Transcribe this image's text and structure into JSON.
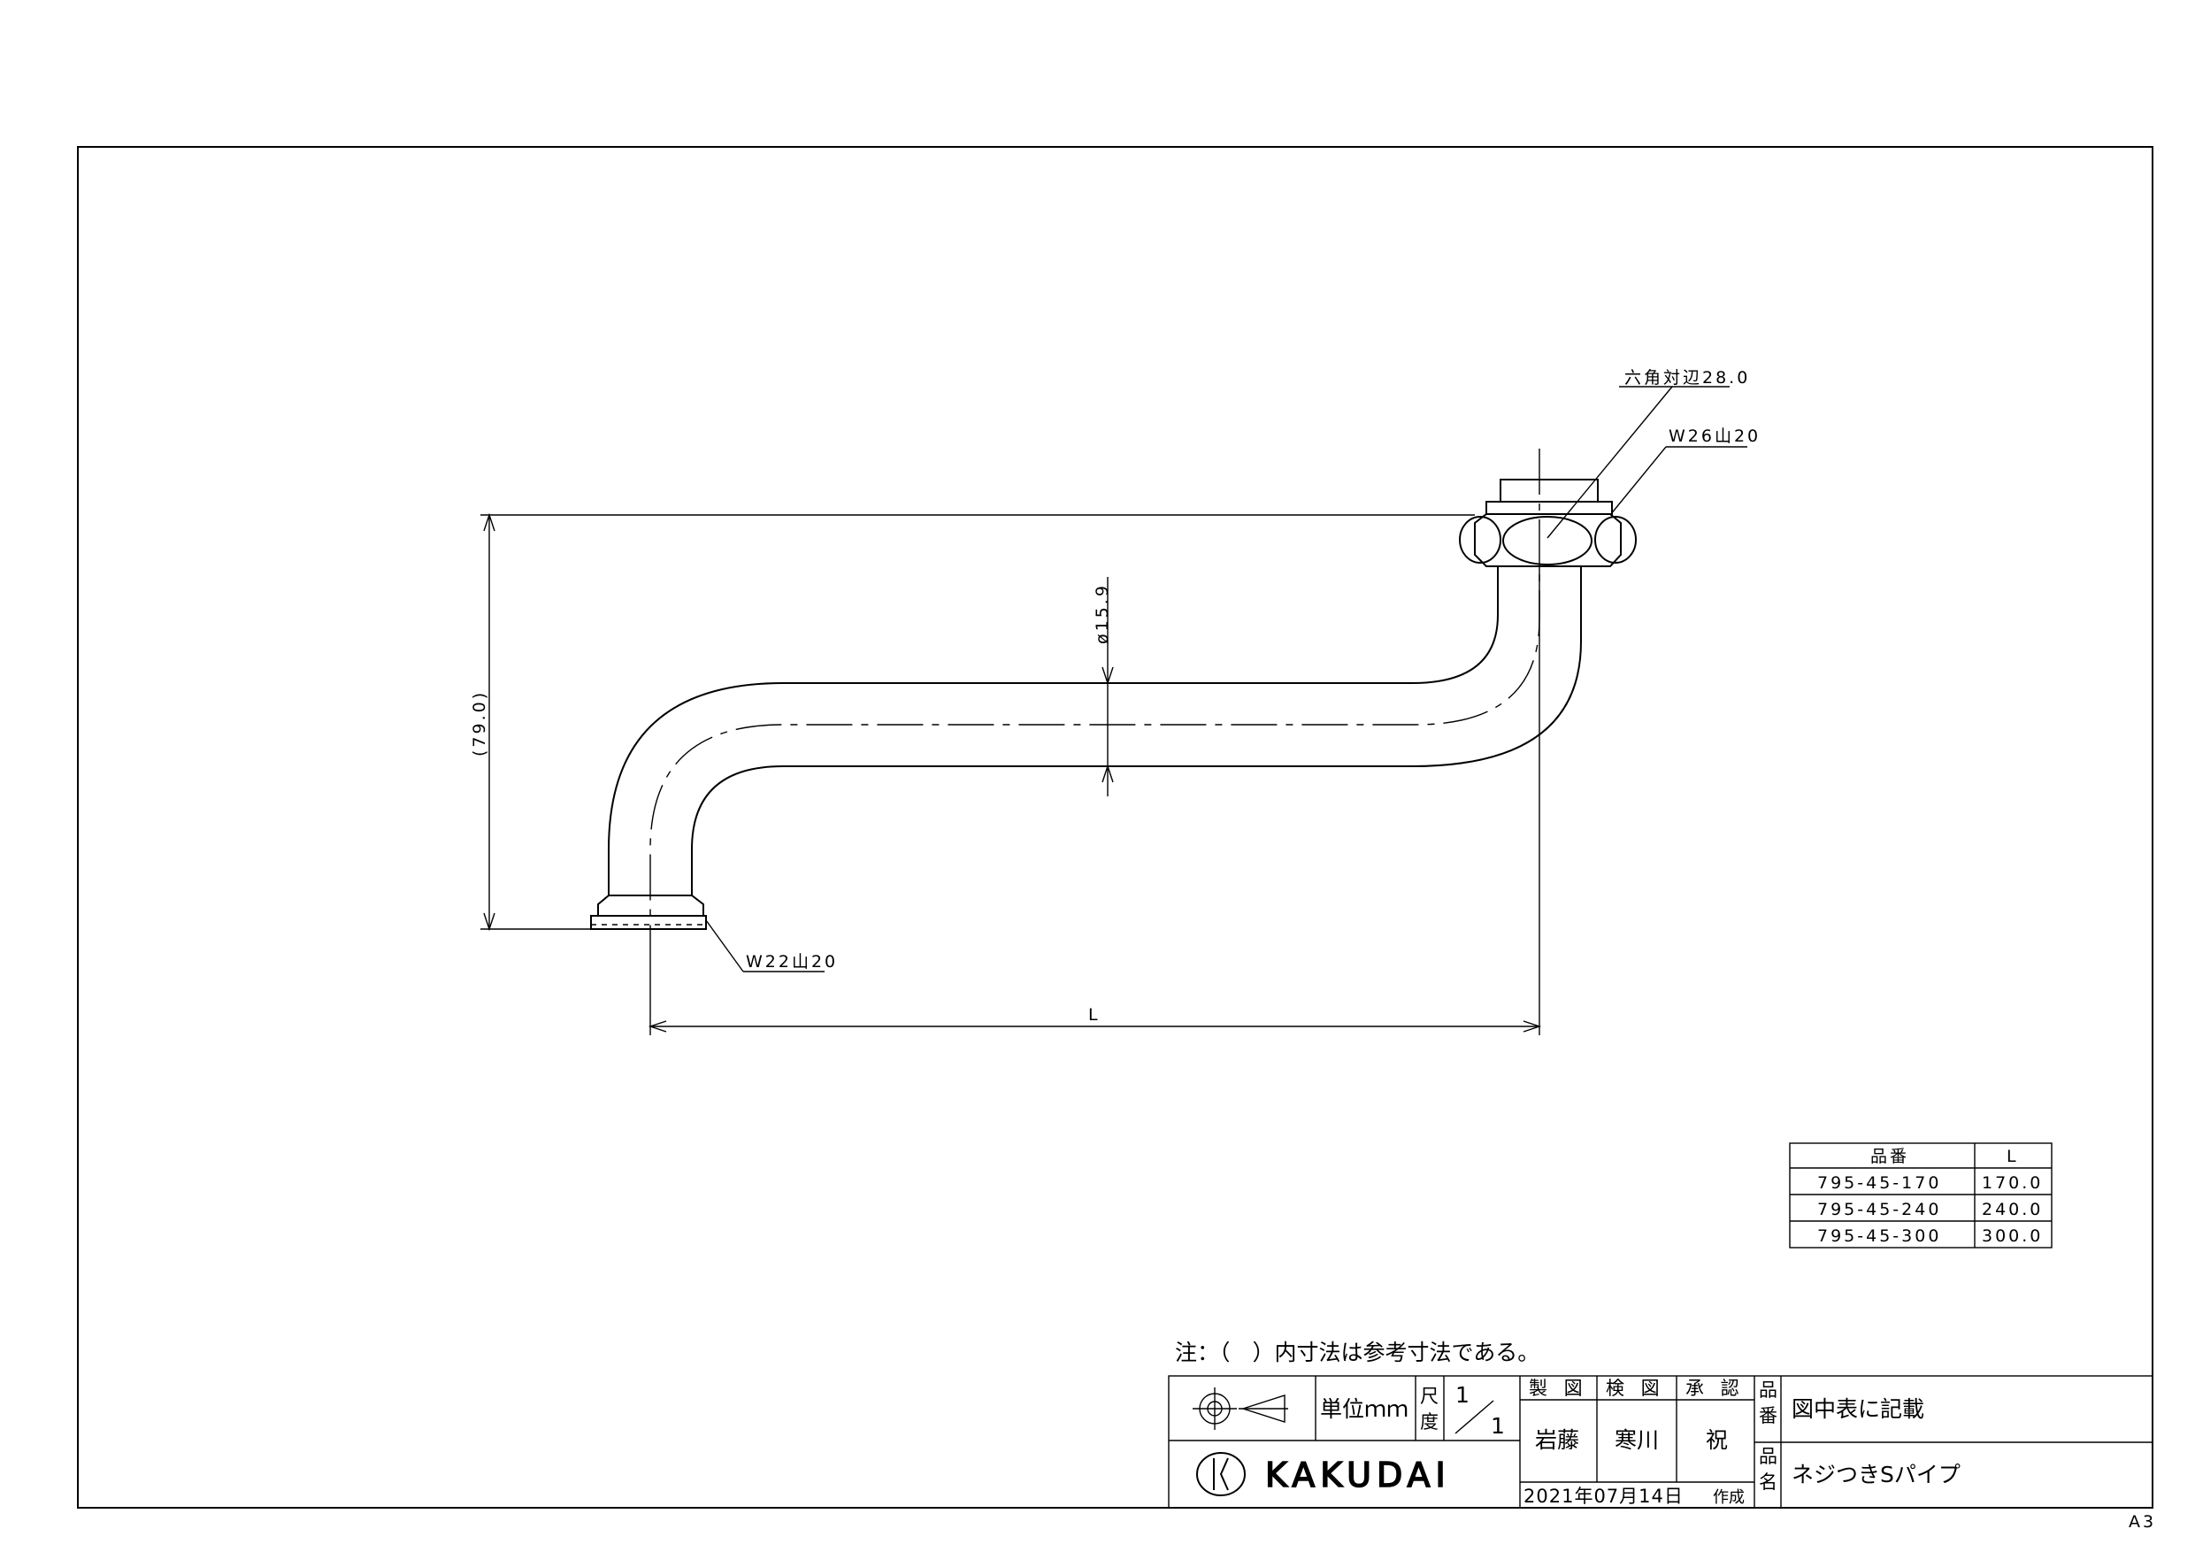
{
  "dimensions": {
    "hex_across_flats": "六角対辺28.0",
    "top_thread": "W26山20",
    "bottom_thread": "W22山20",
    "pipe_diameter": "ø15.9",
    "height": "(79.0)",
    "length": "L"
  },
  "part_table": {
    "headers": [
      "品番",
      "L"
    ],
    "rows": [
      [
        "795-45-170",
        "170.0"
      ],
      [
        "795-45-240",
        "240.0"
      ],
      [
        "795-45-300",
        "300.0"
      ]
    ]
  },
  "note": "注：（　）内寸法は参考寸法である。",
  "title_block": {
    "unit_label": "単位ｍｍ",
    "scale_label": [
      "尺",
      "度"
    ],
    "scale_value": [
      "1",
      "1"
    ],
    "drawn_label": "製 図",
    "checked_label": "検 図",
    "approved_label": "承 認",
    "drawn_by": "岩藤",
    "checked_by": "寒川",
    "approved_by": "祝",
    "part_no_label": [
      "品",
      "番"
    ],
    "part_no_value": "図中表に記載",
    "part_name_label": [
      "品",
      "名"
    ],
    "part_name_value": "ネジつきSパイプ",
    "date": "2021年07月14日",
    "created_label": "作成",
    "company": "KAKUDAI"
  },
  "sheet_size": "A3"
}
